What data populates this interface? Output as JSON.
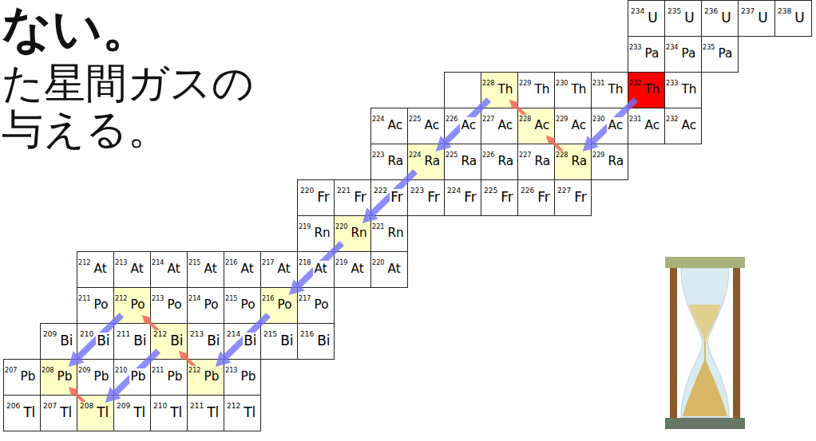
{
  "diagram": {
    "nodes": [
      {
        "text": [
          "234",
          "U"
        ]
      },
      {
        "text": [
          "235",
          "U"
        ]
      },
      {
        "text": [
          "236",
          "U"
        ]
      },
      {
        "text": [
          "237",
          "U"
        ]
      },
      {
        "text": [
          "238",
          "U"
        ]
      },
      {
        "text": [
          "233",
          "Pa"
        ]
      },
      {
        "text": [
          "234",
          "Pa"
        ]
      },
      {
        "text": [
          "235",
          "Pa"
        ]
      },
      {
        "text": [
          "228",
          "Th"
        ]
      },
      {
        "text": [
          "229",
          "Th"
        ]
      },
      {
        "text": [
          "230",
          "Th"
        ]
      },
      {
        "text": [
          "231",
          "Th"
        ]
      },
      {
        "text": [
          "232",
          "Th"
        ]
      },
      {
        "text": [
          "233",
          "Th"
        ]
      },
      {
        "text": [
          "224",
          "Ac"
        ]
      },
      {
        "text": [
          "225",
          "Ac"
        ]
      },
      {
        "text": [
          "226",
          "Ac"
        ]
      },
      {
        "text": [
          "227",
          "Ac"
        ]
      },
      {
        "text": [
          "228",
          "Ac"
        ]
      },
      {
        "text": [
          "229",
          "Ac"
        ]
      },
      {
        "text": [
          "230",
          "Ac"
        ]
      },
      {
        "text": [
          "231",
          "Ac"
        ]
      },
      {
        "text": [
          "232",
          "Ac"
        ]
      },
      {
        "text": [
          "223",
          "Ra"
        ]
      },
      {
        "text": [
          "224",
          "Ra"
        ]
      },
      {
        "text": [
          "225",
          "Ra"
        ]
      },
      {
        "text": [
          "226",
          "Ra"
        ]
      },
      {
        "text": [
          "227",
          "Ra"
        ]
      },
      {
        "text": [
          "228",
          "Ra"
        ]
      },
      {
        "text": [
          "229",
          "Ra"
        ]
      },
      {
        "text": [
          "220",
          "Fr"
        ]
      },
      {
        "text": [
          "221",
          "Fr"
        ]
      },
      {
        "text": [
          "222",
          "Fr"
        ]
      },
      {
        "text": [
          "223",
          "Fr"
        ]
      },
      {
        "text": [
          "224",
          "Fr"
        ]
      },
      {
        "text": [
          "225",
          "Fr"
        ]
      },
      {
        "text": [
          "226",
          "Fr"
        ]
      },
      {
        "text": [
          "227",
          "Fr"
        ]
      },
      {
        "text": [
          "219",
          "Rn"
        ]
      },
      {
        "text": [
          "220",
          "Rn"
        ]
      },
      {
        "text": [
          "221",
          "Rn"
        ]
      },
      {
        "text": [
          "212",
          "At"
        ]
      },
      {
        "text": [
          "213",
          "At"
        ]
      },
      {
        "text": [
          "214",
          "At"
        ]
      },
      {
        "text": [
          "215",
          "At"
        ]
      },
      {
        "text": [
          "216",
          "At"
        ]
      },
      {
        "text": [
          "217",
          "At"
        ]
      },
      {
        "text": [
          "218",
          "At"
        ]
      },
      {
        "text": [
          "219",
          "At"
        ]
      },
      {
        "text": [
          "220",
          "At"
        ]
      },
      {
        "text": [
          "211",
          "Po"
        ]
      },
      {
        "text": [
          "212",
          "Po"
        ]
      },
      {
        "text": [
          "213",
          "Po"
        ]
      },
      {
        "text": [
          "214",
          "Po"
        ]
      },
      {
        "text": [
          "215",
          "Po"
        ]
      },
      {
        "text": [
          "216",
          "Po"
        ]
      },
      {
        "text": [
          "217",
          "Po"
        ]
      },
      {
        "text": [
          "209",
          "Bi"
        ]
      },
      {
        "text": [
          "210",
          "Bi"
        ]
      },
      {
        "text": [
          "211",
          "Bi"
        ]
      },
      {
        "text": [
          "212",
          "Bi"
        ]
      },
      {
        "text": [
          "213",
          "Bi"
        ]
      },
      {
        "text": [
          "214",
          "Bi"
        ]
      },
      {
        "text": [
          "215",
          "Bi"
        ]
      },
      {
        "text": [
          "216",
          "Bi"
        ]
      },
      {
        "text": [
          "207",
          "Pb"
        ]
      },
      {
        "text": [
          "208",
          "Pb"
        ]
      },
      {
        "text": [
          "209",
          "Pb"
        ]
      },
      {
        "text": [
          "210",
          "Pb"
        ]
      },
      {
        "text": [
          "211",
          "Pb"
        ]
      },
      {
        "text": [
          "212",
          "Pb"
        ]
      },
      {
        "text": [
          "213",
          "Pb"
        ]
      },
      {
        "text": [
          "206",
          "Tl"
        ]
      },
      {
        "text": [
          "207",
          "Tl"
        ]
      },
      {
        "text": [
          "208",
          "Tl"
        ]
      },
      {
        "text": [
          "209",
          "Tl"
        ]
      },
      {
        "text": [
          "210",
          "Tl"
        ]
      },
      {
        "text": [
          "211",
          "Tl"
        ]
      },
      {
        "text": [
          "212",
          "Tl"
        ]
      }
    ],
    "edges": [
      {
        "from": 12,
        "to": 28,
        "arrow": "to"
      },
      {
        "from": 28,
        "to": 18,
        "arrow": "to"
      },
      {
        "from": 18,
        "to": 8,
        "arrow": "to"
      },
      {
        "from": 8,
        "to": 24,
        "arrow": "to"
      },
      {
        "from": 24,
        "to": 39,
        "arrow": "to"
      },
      {
        "from": 39,
        "to": 55,
        "arrow": "to"
      },
      {
        "from": 55,
        "to": 70,
        "arrow": "to"
      },
      {
        "from": 70,
        "to": 60,
        "arrow": "to"
      },
      {
        "from": 60,
        "to": 51,
        "arrow": "to"
      },
      {
        "from": 60,
        "to": 74,
        "arrow": "to"
      },
      {
        "from": 51,
        "to": 66,
        "arrow": "to"
      },
      {
        "from": 74,
        "to": 66,
        "arrow": "to"
      }
    ],
    "labels": [
      "ない。",
      "た星間ガスの",
      "与える。"
    ]
  }
}
